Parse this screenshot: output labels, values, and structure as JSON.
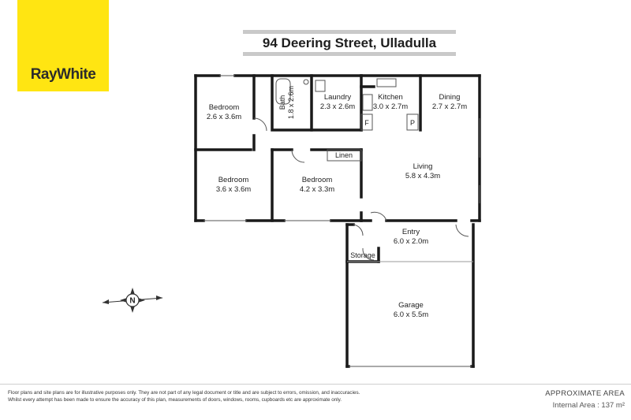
{
  "brand": {
    "logo_text": "RayWhite",
    "color": "#ffe512"
  },
  "title": "94 Deering Street, Ulladulla",
  "rooms": [
    {
      "id": "bedroom-1",
      "name": "Bedroom",
      "dims": "2.6 x 3.6m"
    },
    {
      "id": "bath",
      "name": "Bath",
      "dims": "1.8 x 2.6m"
    },
    {
      "id": "laundry",
      "name": "Laundry",
      "dims": "2.3 x 2.6m"
    },
    {
      "id": "kitchen",
      "name": "Kitchen",
      "dims": "3.0 x 2.7m"
    },
    {
      "id": "dining",
      "name": "Dining",
      "dims": "2.7 x 2.7m"
    },
    {
      "id": "bedroom-2",
      "name": "Bedroom",
      "dims": "3.6 x 3.6m"
    },
    {
      "id": "bedroom-3",
      "name": "Bedroom",
      "dims": "4.2 x 3.3m"
    },
    {
      "id": "linen",
      "name": "Linen",
      "dims": ""
    },
    {
      "id": "living",
      "name": "Living",
      "dims": "5.8 x 4.3m"
    },
    {
      "id": "entry",
      "name": "Entry",
      "dims": "6.0 x 2.0m"
    },
    {
      "id": "storage",
      "name": "Storage",
      "dims": ""
    },
    {
      "id": "garage",
      "name": "Garage",
      "dims": "6.0 x 5.5m"
    }
  ],
  "fixtures": {
    "fridge": "F",
    "pantry": "P",
    "compass": "N"
  },
  "footer": {
    "disclaimer_line1": "Floor plans and site plans are for illustrative purposes only. They are not part of any legal document or title and are subject to errors, omission, and inaccuracies.",
    "disclaimer_line2": "Whilst every attempt has been made to ensure the accuracy of this plan, measurements of doors, windows, rooms, cupboards etc are approximate only.",
    "approx_label": "APPROXIMATE AREA",
    "internal_area": "Internal Area : 137 m²"
  }
}
